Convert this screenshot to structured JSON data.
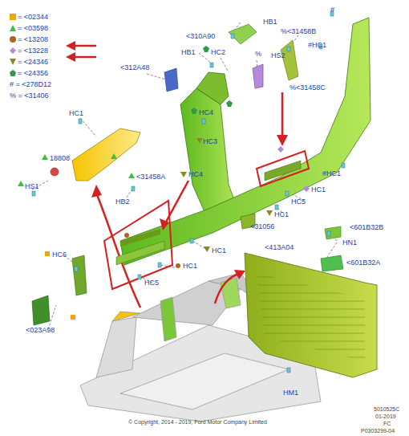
{
  "diagram": {
    "labels": [
      "#",
      "HB1",
      "%<31458B",
      "<310A90",
      "#HC1",
      "HB1",
      "HC2",
      "%",
      "HS2",
      "<312A48",
      "%<31458C",
      "HC4",
      "HC1",
      "HC3",
      "18808",
      "HC4",
      "#HC1",
      "<31458A",
      "HS1",
      "HC1",
      "HB2",
      "HC5",
      "HC1",
      "<31056",
      "<601B32B",
      "HN1",
      "<413A04",
      "HC1",
      "HC6",
      "<601B32A",
      "HC1",
      "HC5",
      "<023A98",
      "HM1",
      "© Copyright, 2014 - 2019, Ford Motor Company Limited",
      "5010525C",
      "01-2019",
      "FC",
      "P0303299-04"
    ],
    "legend": [
      {
        "text": "= <02344",
        "color": "#f0a800"
      },
      {
        "text": "= <03598",
        "color": "#3fbf3f"
      },
      {
        "text": "= <13208",
        "color": "#b0651f"
      },
      {
        "text": "= <13228",
        "color": "#b58ad8"
      },
      {
        "text": "= <24346",
        "color": "#8a8a1a"
      },
      {
        "text": "= <24356",
        "color": "#2e9a4a"
      },
      {
        "text": "# = <278D12"
      },
      {
        "text": "% = <31406"
      }
    ]
  }
}
